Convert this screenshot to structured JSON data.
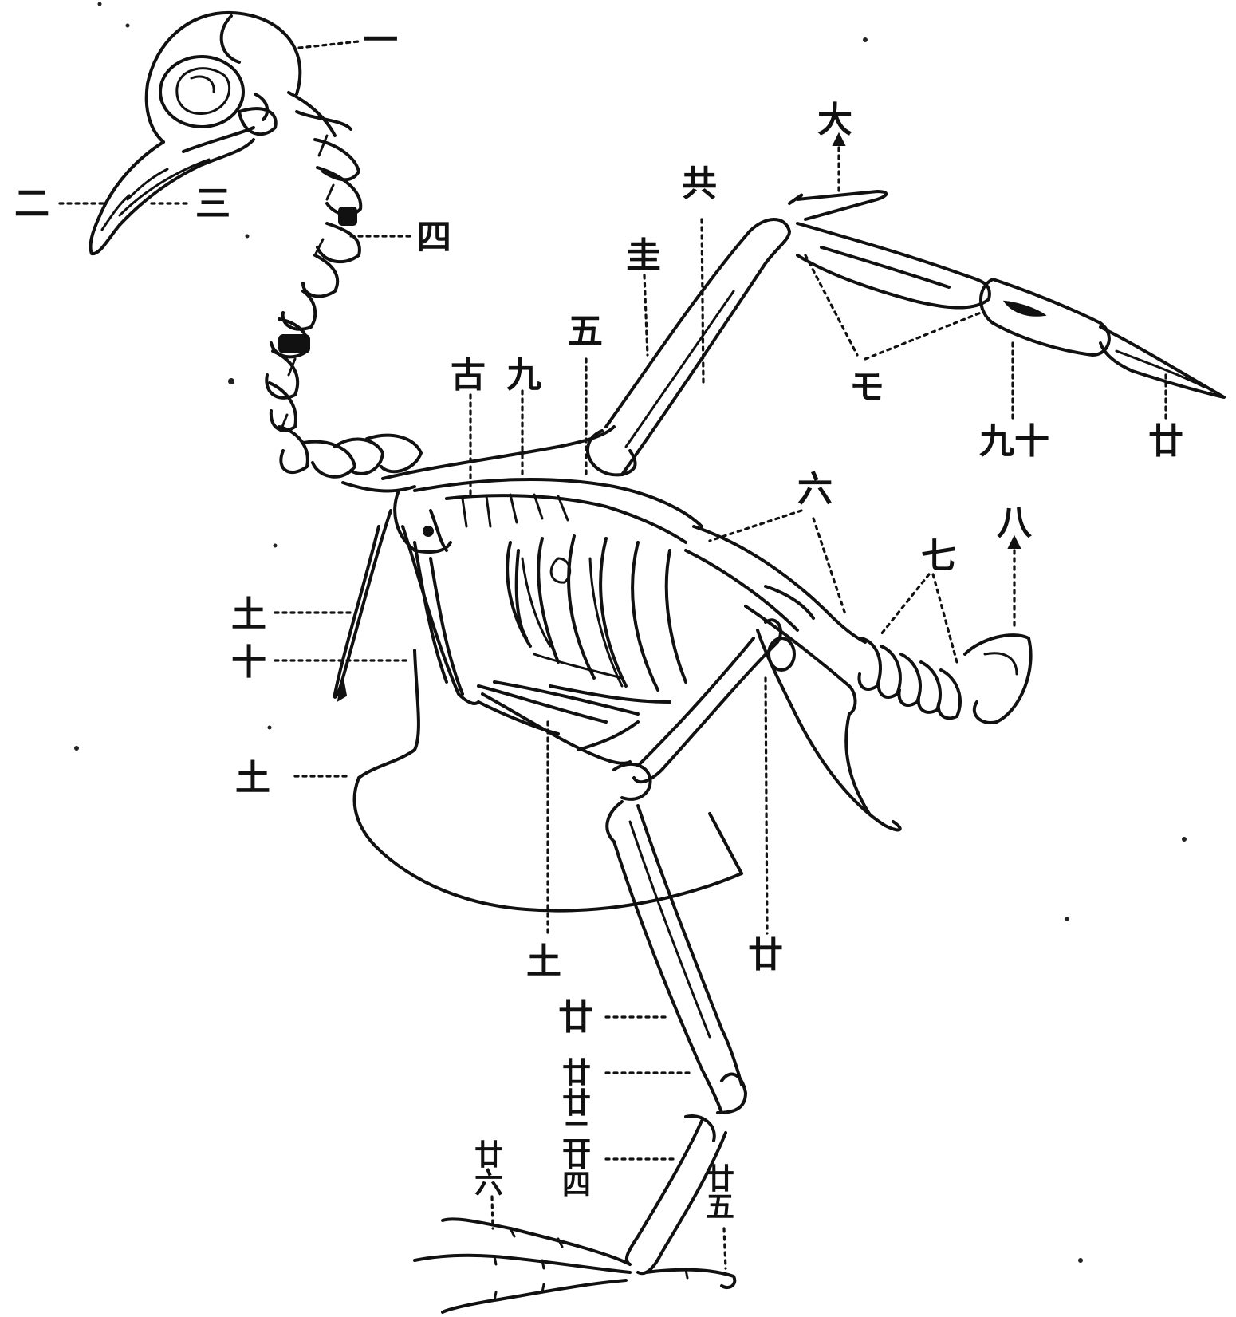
{
  "labels": {
    "l1": "一",
    "l2": "二",
    "l3": "三",
    "l4": "四",
    "l5": "五",
    "l6": "六",
    "l7": "七",
    "l8": "八",
    "l9": "九",
    "l10": "十",
    "l11": "土",
    "l12": "土",
    "l13": "土",
    "l14": "古",
    "l15": "圭",
    "l16": "共",
    "l17": "モ",
    "l18": "大",
    "l19": "九十",
    "l20": "廿",
    "l21": "廿",
    "l22": "廿",
    "l23a": "廿",
    "l23b": "廿",
    "l23c": "二",
    "l24a": "廿",
    "l24b": "四",
    "l25": "廿",
    "l25b": "五",
    "l26": "廿",
    "l26b": "六"
  }
}
